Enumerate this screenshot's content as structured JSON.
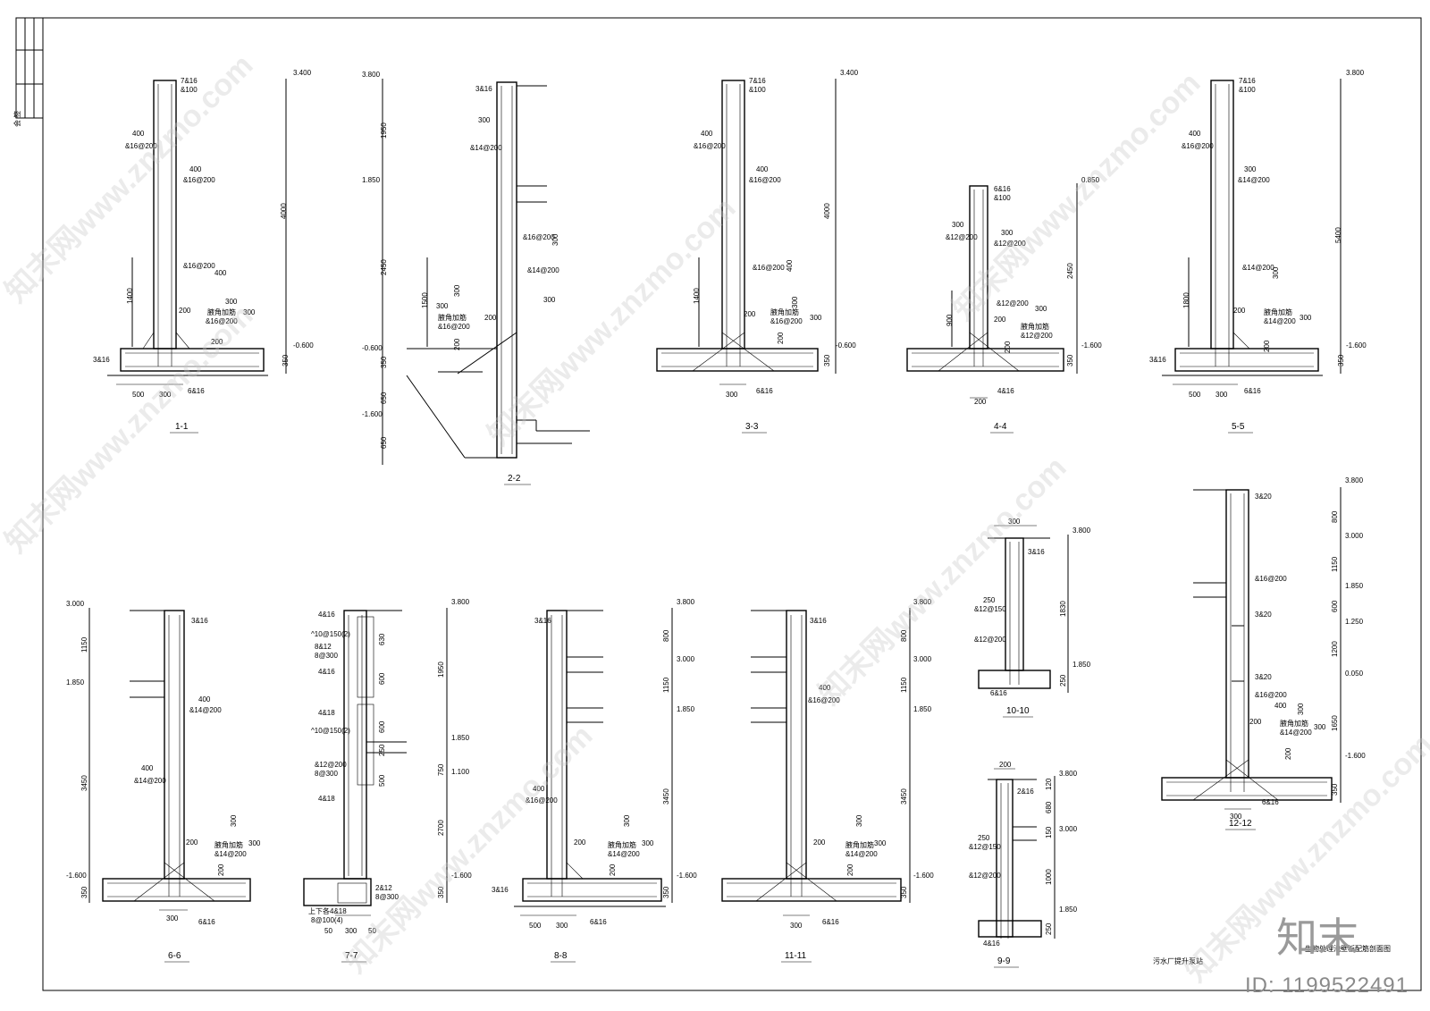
{
  "drawing": {
    "project_label": "污水厂提升泵站",
    "sheet_title": "生物处理池壁板配筋剖面图"
  },
  "sections": {
    "s1": {
      "title": "1-1",
      "labels": [
        "7&16",
        "&100",
        "400",
        "&16@200",
        "400",
        "&16@200",
        "&16@200",
        "400",
        "300",
        "300",
        "200",
        "腋角加筋",
        "&16@200",
        "200",
        "3&16",
        "6&16",
        "500",
        "300",
        "1400",
        "4000",
        "350",
        "3.400",
        "-0.600"
      ]
    },
    "s2": {
      "title": "2-2",
      "labels": [
        "3.800",
        "3&16",
        "300",
        "&14@200",
        "1950",
        "1.850",
        "&16@200",
        "300",
        "2450",
        "&14@200",
        "300",
        "1500",
        "300",
        "300",
        "腋角加筋",
        "&16@200",
        "200",
        "200",
        "-0.600",
        "350",
        "650",
        "-1.600",
        "650"
      ]
    },
    "s3": {
      "title": "3-3",
      "labels": [
        "7&16",
        "&100",
        "400",
        "&16@200",
        "400",
        "&16@200",
        "4000",
        "&16@200",
        "400",
        "1400",
        "300",
        "300",
        "200",
        "腋角加筋",
        "&16@200",
        "200",
        "300",
        "6&16",
        "350",
        "3.400",
        "-0.600"
      ]
    },
    "s4": {
      "title": "4-4",
      "labels": [
        "6&16",
        "&100",
        "300",
        "&12@200",
        "300",
        "&12@200",
        "2450",
        "&12@200",
        "300",
        "900",
        "200",
        "腋角加筋",
        "&12@200",
        "200",
        "200",
        "4&16",
        "350",
        "0.850",
        "-1.600"
      ]
    },
    "s5": {
      "title": "5-5",
      "labels": [
        "7&16",
        "&100",
        "400",
        "&16@200",
        "300",
        "&14@200",
        "5400",
        "&14@200",
        "300",
        "1800",
        "200",
        "腋角加筋",
        "&14@200",
        "300",
        "200",
        "3&16",
        "6&16",
        "500",
        "300",
        "350",
        "3.800",
        "-1.600"
      ]
    },
    "s6": {
      "title": "6-6",
      "labels": [
        "3.000",
        "3&16",
        "1150",
        "1.850",
        "400",
        "&14@200",
        "400",
        "&14@200",
        "3450",
        "200",
        "腋角加筋",
        "&14@200",
        "300",
        "300",
        "200",
        "-1.600",
        "350",
        "300",
        "6&16"
      ]
    },
    "s7": {
      "title": "7-7",
      "labels": [
        "4&16",
        "^10@150(2)",
        "8&12",
        "8@300",
        "4&16",
        "4&18",
        "^10@150(2)",
        "&12@200",
        "8@300",
        "4&18",
        "630",
        "600",
        "600",
        "250",
        "500",
        "1950",
        "1.850",
        "750",
        "1.100",
        "2700",
        "-1.600",
        "350",
        "2&12",
        "8@300",
        "上下各4&18",
        "8@100(4)",
        "300",
        "50",
        "50",
        "3.800"
      ]
    },
    "s8": {
      "title": "8-8",
      "labels": [
        "3&16",
        "3.800",
        "800",
        "3.000",
        "1150",
        "1.850",
        "400",
        "&16@200",
        "3450",
        "200",
        "腋角加筋",
        "&14@200",
        "300",
        "300",
        "200",
        "3&16",
        "6&16",
        "500",
        "300",
        "-1.600",
        "350"
      ]
    },
    "s11": {
      "title": "11-11",
      "labels": [
        "3&16",
        "3.800",
        "800",
        "3.000",
        "1150",
        "1.850",
        "400",
        "&16@200",
        "3450",
        "200",
        "腋角加筋",
        "&14@200",
        "300",
        "300",
        "200",
        "300",
        "6&16",
        "-1.600",
        "350"
      ]
    },
    "s10": {
      "title": "10-10",
      "labels": [
        "300",
        "3.800",
        "3&16",
        "250",
        "&12@150",
        "&12@200",
        "1830",
        "1.850",
        "250",
        "6&16"
      ]
    },
    "s9": {
      "title": "9-9",
      "labels": [
        "200",
        "3.800",
        "2&16",
        "120",
        "680",
        "250",
        "&12@150",
        "150",
        "3.000",
        "&12@200",
        "1000",
        "1.850",
        "250",
        "4&16"
      ]
    },
    "s12": {
      "title": "12-12",
      "labels": [
        "3.800",
        "3&20",
        "800",
        "3.000",
        "&16@200",
        "1150",
        "1.850",
        "3&20",
        "600",
        "1.250",
        "1200",
        "0.050",
        "3&20",
        "&16@200",
        "400",
        "1650",
        "200",
        "腋角加筋",
        "&14@200",
        "300",
        "300",
        "200",
        "-1.600",
        "350",
        "300",
        "6&16"
      ]
    }
  },
  "titleblock": {
    "label": "会 签"
  },
  "watermark": {
    "text": "知末网www.znzmo.com",
    "brand": "知末",
    "id": "ID: 1199522491"
  }
}
